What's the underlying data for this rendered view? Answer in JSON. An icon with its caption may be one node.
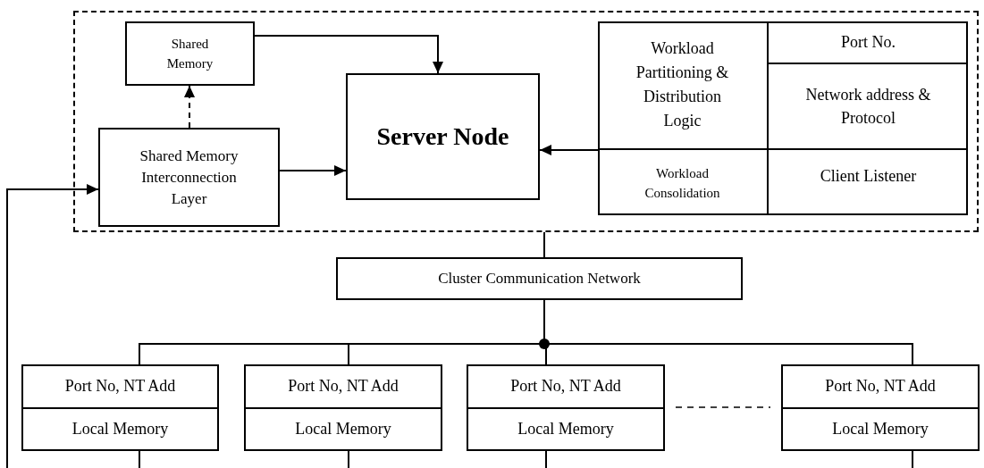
{
  "diagram": {
    "nodes": [
      {
        "text": [],
        "shape": "box"
      },
      {
        "text": [
          "Shared Memory"
        ],
        "in": 0
      },
      {
        "text": [
          "Shared Memory Interconnection Layer"
        ],
        "in": 0
      },
      {
        "text": [
          "Server Node"
        ],
        "in": 0
      },
      {
        "text": [],
        "shape": "box",
        "in": 0
      },
      {
        "text": [
          "Workload Partitioning & Distribution Logic"
        ],
        "in": 4
      },
      {
        "text": [
          "Port No."
        ],
        "in": 4
      },
      {
        "text": [
          "Network address & Protocol"
        ],
        "in": 4
      },
      {
        "text": [
          "Workload Consolidation"
        ],
        "in": 4
      },
      {
        "text": [
          "Client Listener"
        ],
        "in": 4
      },
      {
        "text": [
          "Cluster Communication Network"
        ]
      },
      {
        "text": [
          "Port No, NT Add",
          "Local Memory"
        ]
      },
      {
        "text": [
          "Port No, NT Add",
          "Local Memory"
        ]
      },
      {
        "text": [
          "Port No, NT Add",
          "Local Memory"
        ]
      },
      {
        "text": [
          "Port No, NT Add",
          "Local Memory"
        ]
      }
    ],
    "edges": [
      {
        "from": 1,
        "to": 3,
        "arrow": "to"
      },
      {
        "from": 2,
        "to": 1,
        "arrow": "to",
        "style": "dashed"
      },
      {
        "from": 2,
        "to": 3,
        "arrow": "to"
      },
      {
        "from": 4,
        "to": 3,
        "arrow": "to"
      },
      {
        "from": 0,
        "to": 10,
        "arrow": "none"
      },
      {
        "from": 10,
        "to": 11,
        "arrow": "none"
      },
      {
        "from": 10,
        "to": 12,
        "arrow": "none"
      },
      {
        "from": 10,
        "to": 13,
        "arrow": "none"
      },
      {
        "from": 10,
        "to": 14,
        "arrow": "none"
      },
      {
        "from": 11,
        "to": null,
        "arrow": "none"
      },
      {
        "from": 12,
        "to": null,
        "arrow": "none"
      },
      {
        "from": 13,
        "to": null,
        "arrow": "none"
      },
      {
        "from": 14,
        "to": null,
        "arrow": "none"
      },
      {
        "from": null,
        "to": 2,
        "arrow": "to"
      }
    ]
  }
}
